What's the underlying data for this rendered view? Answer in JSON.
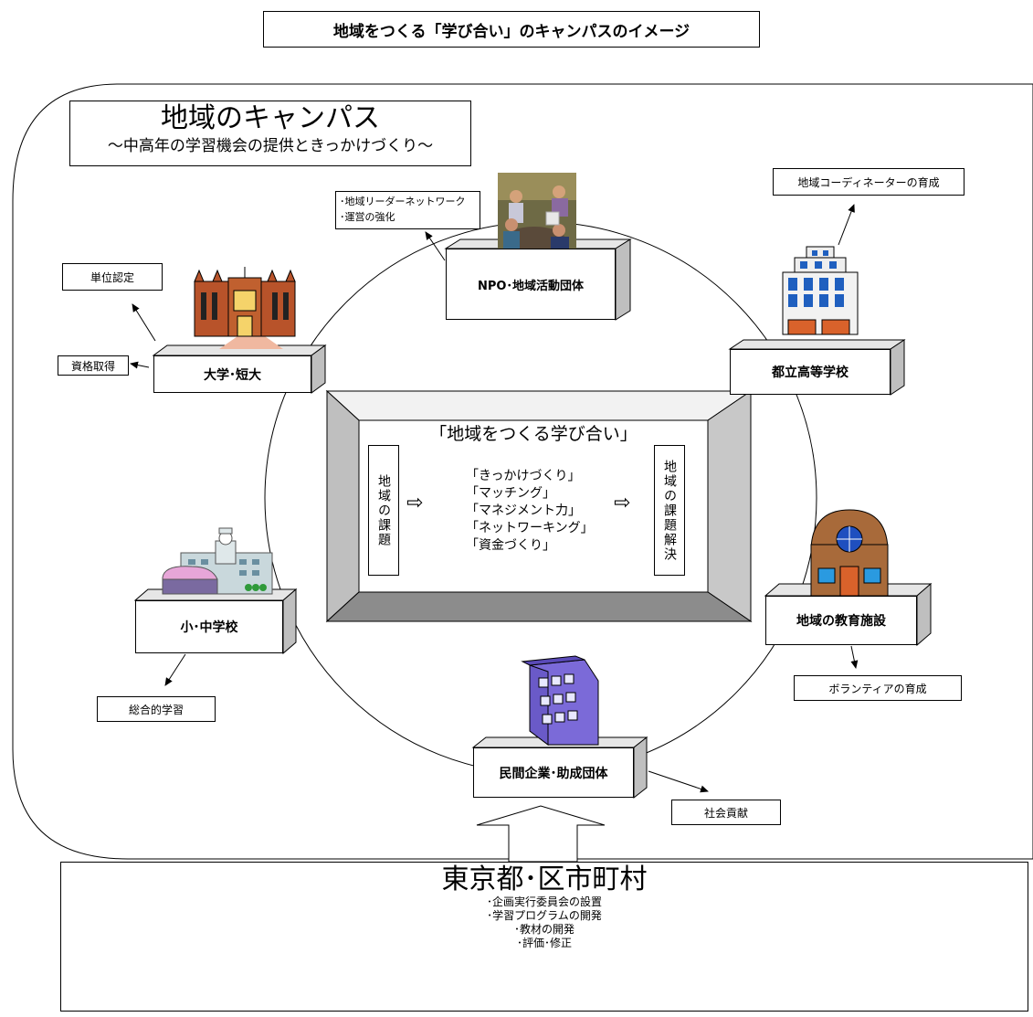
{
  "title": "地域をつくる「学び合い」のキャンパスのイメージ",
  "campus": {
    "heading": "地域のキャンパス",
    "subheading": "～中高年の学習機会の提供ときっかけづくり～"
  },
  "nodes": {
    "npo": "NPO･地域活動団体",
    "university": "大学･短大",
    "metro_hs": "都立高等学校",
    "elementary": "小･中学校",
    "education_facility": "地域の教育施設",
    "private": "民間企業･助成団体"
  },
  "outcomes": {
    "npo_lines": [
      "･地域リーダーネットワーク",
      "･運営の強化"
    ],
    "credits": "単位認定",
    "qualification": "資格取得",
    "coordinator": "地域コーディネーターの育成",
    "integrated": "総合的学習",
    "volunteer": "ボランティアの育成",
    "social": "社会貢献"
  },
  "center": {
    "title": "「地域をつくる学び合い」",
    "left": "地域の課題",
    "right": "地域の課題解決",
    "arrow": "⇨",
    "items": [
      "「きっかけづくり」",
      "「マッチング」",
      "「マネジメント力」",
      "「ネットワーキング」",
      "「資金づくり」"
    ]
  },
  "bottom": {
    "title": "東京都･区市町村",
    "items": [
      "･企画実行委員会の設置",
      "･学習プログラムの開発",
      "･教材の開発",
      "･評価･修正"
    ]
  }
}
